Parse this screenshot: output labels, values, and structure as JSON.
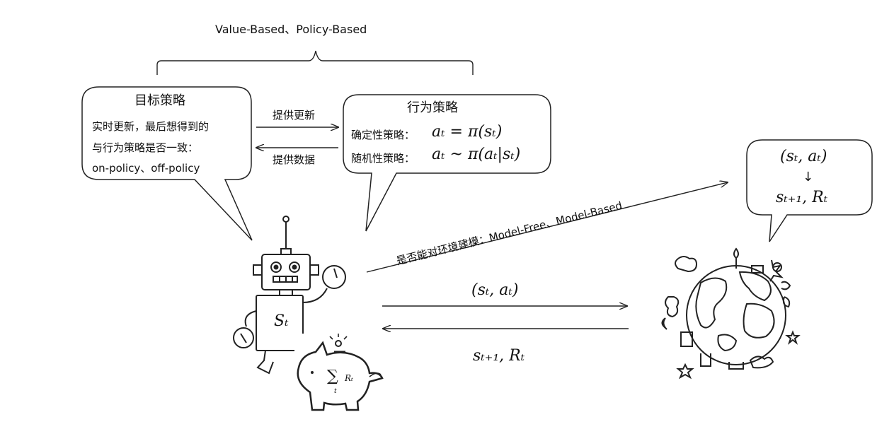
{
  "top_brace_label": "Value-Based、Policy-Based",
  "target_policy": {
    "title": "目标策略",
    "line1": "实时更新，最后想得到的",
    "line2": "与行为策略是否一致：",
    "line3": "on-policy、off-policy"
  },
  "arrows": {
    "provide_update": "提供更新",
    "provide_data": "提供数据",
    "model_question": "是否能对环境建模：Model-Free、Model-Based",
    "action_pair": "(sₜ, aₜ)",
    "reward_pair": "sₜ₊₁, Rₜ"
  },
  "behavior_policy": {
    "title": "行为策略",
    "det_label": "确定性策略：",
    "det_formula": "aₜ = π(sₜ)",
    "sto_label": "随机性策略：",
    "sto_formula": "aₜ ~ π(aₜ|sₜ)"
  },
  "environment_bubble": {
    "line1": "(sₜ, aₜ)",
    "arrow": "↓",
    "line2": "sₜ₊₁, Rₜ"
  },
  "robot": {
    "state_label": "Sₜ"
  },
  "piggy_bank": {
    "sum_symbol": "∑",
    "sum_index": "t",
    "sum_term": "Rₜ"
  }
}
